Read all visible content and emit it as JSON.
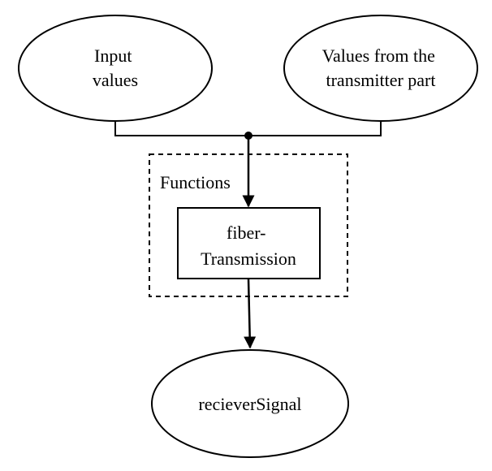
{
  "colors": {
    "stroke": "#000000",
    "background": "#ffffff"
  },
  "nodes": {
    "input": {
      "line1": "Input",
      "line2": "values"
    },
    "transmitter": {
      "line1": "Values from the",
      "line2": "transmitter part"
    },
    "process": {
      "line1": "fiber-",
      "line2": "Transmission"
    },
    "output": {
      "label": "recieverSignal"
    }
  },
  "group": {
    "label": "Functions"
  }
}
